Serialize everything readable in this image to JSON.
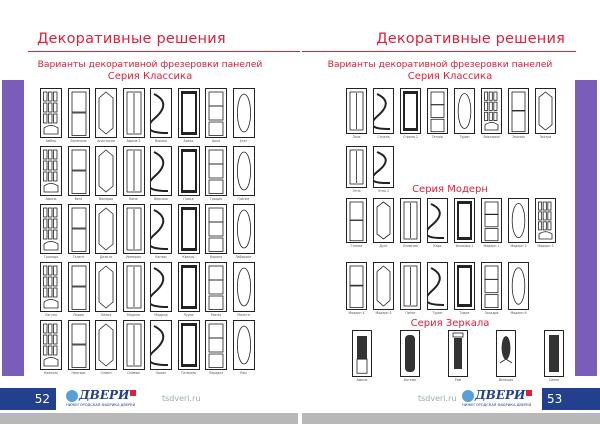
{
  "left_page": {
    "title": "Декоративные решения",
    "subtitle": "Варианты декоративной фрезеровки панелей",
    "series": "Серия Классика",
    "page_number": "52",
    "site": "tsdveri.ru",
    "doors": [
      "Амбер",
      "Валенсия",
      "Анастасия",
      "Афина 2",
      "Верона",
      "Арека",
      "Арка",
      "Агат",
      "Афина",
      "Вега",
      "Валерия",
      "Вена",
      "Версаль",
      "Гранд",
      "Грация",
      "Гранит",
      "Гранада",
      "Галант",
      "Дельта",
      "Империя",
      "Канзас",
      "Кватро",
      "Корона",
      "Лабиринт",
      "Лагуна",
      "Лидия",
      "Лилия",
      "Модена",
      "Мадрид",
      "Луиза",
      "Магия",
      "Мальта",
      "Неаполь",
      "Ниагара",
      "Олимп",
      "Оливия",
      "Орион",
      "Палермо",
      "Парадиз",
      "Рим"
    ],
    "logo": {
      "word": "ДВЕРИ",
      "tagline": "НИЖЕГОРОДСКАЯ ФАБРИКА ДВЕРЕЙ"
    }
  },
  "right_page": {
    "title": "Декоративные решения",
    "subtitle": "Варианты декоративной фрезеровки панелей",
    "series_classic": "Серия Классика",
    "classic_doors": [
      "Лоза",
      "Стрела",
      "Стрела 2",
      "Тетрис",
      "Турин",
      "Виктория",
      "Эконом",
      "Экстра",
      "Этна",
      "Этна 2"
    ],
    "series_modern": "Серия Модерн",
    "modern_doors": [
      "Готика",
      "Дуэт",
      "Иллюзия",
      "Каро",
      "Иллюзия 2",
      "Модерн 1",
      "Модерн 2",
      "Модерн 3",
      "Модерн 4",
      "Модерн 5",
      "Пилот",
      "Турин",
      "Тиара",
      "Эскадра",
      "Модерн 6"
    ],
    "series_mirror": "Серия Зеркала",
    "mirror_doors": [
      "Афина",
      "Богема",
      "Рим",
      "Венеция",
      "Сиена"
    ],
    "page_number": "53",
    "site": "tsdveri.ru",
    "logo": {
      "word": "ДВЕРИ",
      "tagline": "НИЖЕГОРОДСКАЯ ФАБРИКА ДВЕРЕЙ"
    }
  },
  "colors": {
    "accent": "#e0203a",
    "tab": "#7a5db8",
    "page_number_bg": "#23408e"
  }
}
